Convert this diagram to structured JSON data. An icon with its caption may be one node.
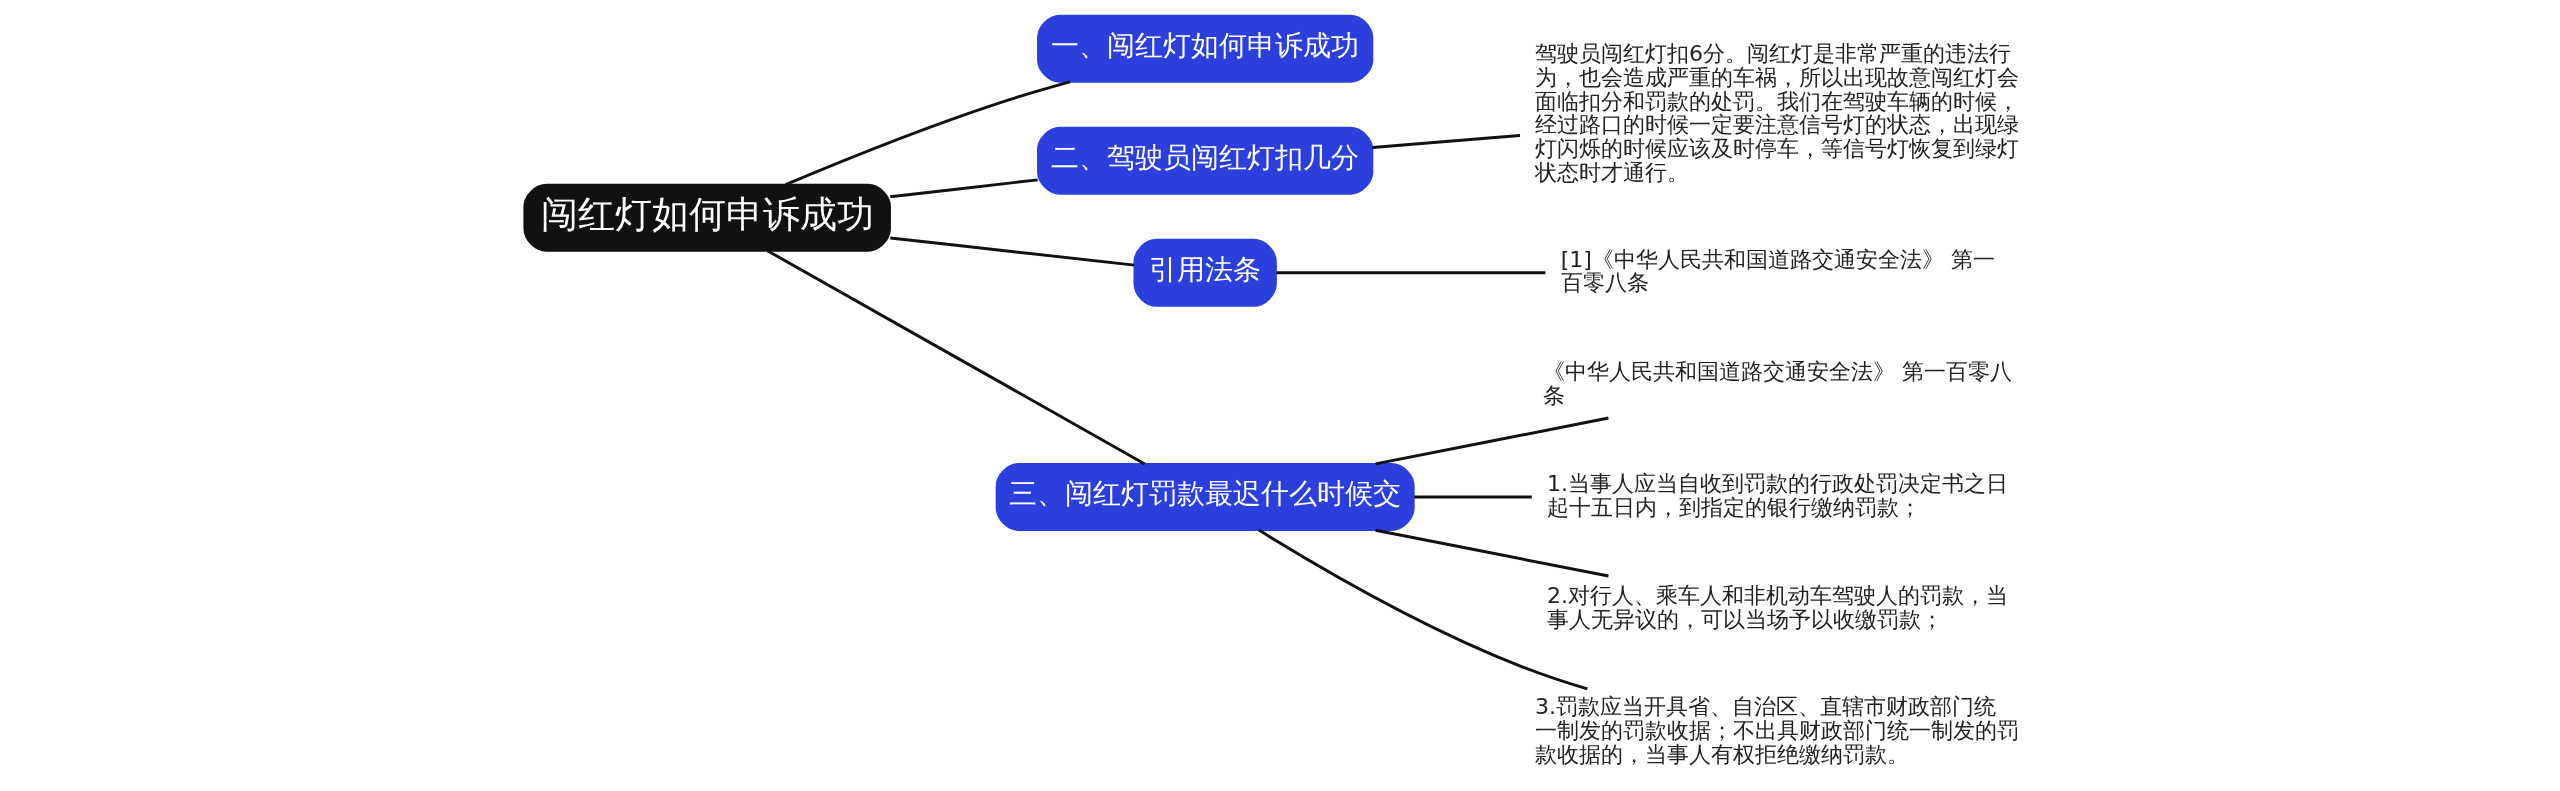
{
  "diagram": {
    "nodes": [
      {
        "text": [
          "闯红灯如何申诉成功"
        ]
      },
      {
        "text": [
          "一、闯红灯如何申诉成功"
        ]
      },
      {
        "text": [
          "二、驾驶员闯红灯扣几分"
        ]
      },
      {
        "text": [
          "驾驶员闯红灯扣6分。闯红灯是非常严重的违法行为，也会造成严重的车祸，所以出现故意闯红灯会面临扣分和罚款的处罚。我们在驾驶车辆的时候，经过路口的时候一定要注意信号灯的状态，出现绿灯闪烁的时候应该及时停车，等信号灯恢复到绿灯状态时才通行。"
        ]
      },
      {
        "text": [
          "引用法条"
        ]
      },
      {
        "text": [
          "[1]《中华人民共和国道路交通安全法》 第一百零八条"
        ]
      },
      {
        "text": [
          "三、闯红灯罚款最迟什么时候交"
        ]
      },
      {
        "text": [
          "《中华人民共和国道路交通安全法》 第一百零八条"
        ]
      },
      {
        "text": [
          "1.当事人应当自收到罚款的行政处罚决定书之日起十五日内，到指定的银行缴纳罚款；"
        ]
      },
      {
        "text": [
          "2.对行人、乘车人和非机动车驾驶人的罚款，当事人无异议的，可以当场予以收缴罚款；"
        ]
      },
      {
        "text": [
          "3.罚款应当开具省、自治区、直辖市财政部门统一制发的罚款收据；不出具财政部门统一制发的罚款收据的，当事人有权拒绝缴纳罚款。"
        ]
      }
    ],
    "edges": [
      {
        "from": 0,
        "to": 1,
        "arrow": "none"
      },
      {
        "from": 0,
        "to": 2,
        "arrow": "none"
      },
      {
        "from": 2,
        "to": 3,
        "arrow": "none"
      },
      {
        "from": 0,
        "to": 4,
        "arrow": "none"
      },
      {
        "from": 4,
        "to": 5,
        "arrow": "none"
      },
      {
        "from": 0,
        "to": 6,
        "arrow": "none"
      },
      {
        "from": 6,
        "to": 7,
        "arrow": "none"
      },
      {
        "from": 6,
        "to": 8,
        "arrow": "none"
      },
      {
        "from": 6,
        "to": 9,
        "arrow": "none"
      },
      {
        "from": 6,
        "to": 10,
        "arrow": "none"
      }
    ]
  }
}
